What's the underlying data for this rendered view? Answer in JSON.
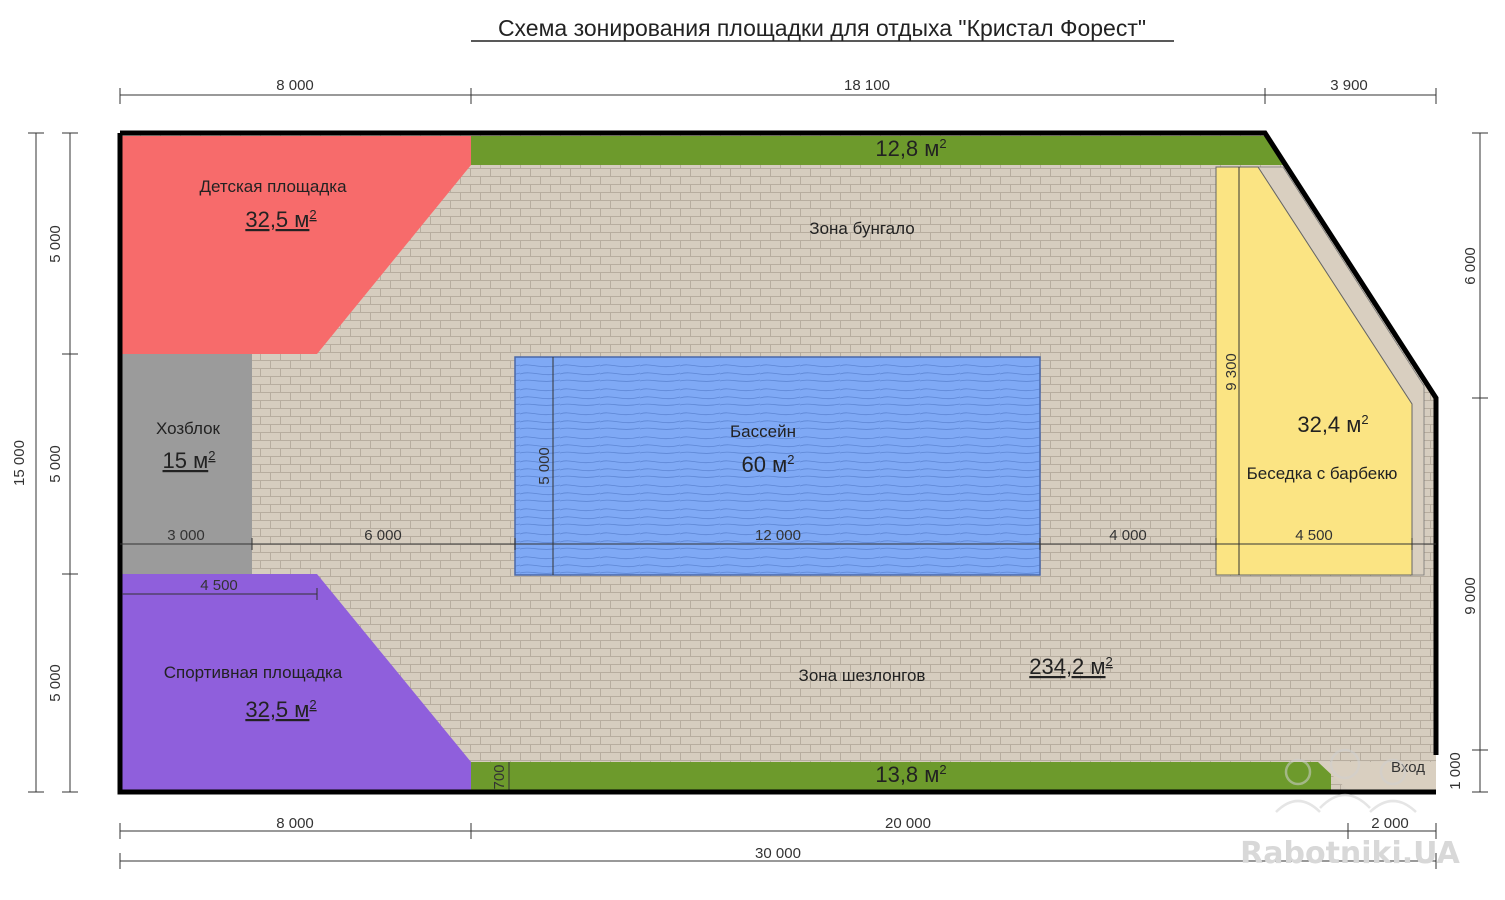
{
  "title": "Схема зонирования площадки для отдыха \"Кристал Форест\"",
  "colors": {
    "paving": "#d6cdbf",
    "kids_zone": "#f76b6b",
    "utility_block": "#9b9b9b",
    "sports_zone": "#8f5fdc",
    "pool": "#7fa9f5",
    "gazebo": "#fbe483",
    "lawn": "#6d9a2c",
    "outline": "#000000"
  },
  "zones": {
    "kids": {
      "name": "Детская площадка",
      "area": "32,5 м",
      "sup": "2"
    },
    "utility": {
      "name": "Хозблок",
      "area": "15 м",
      "sup": "2"
    },
    "sports": {
      "name": "Спортивная площадка",
      "area": "32,5 м",
      "sup": "2"
    },
    "pool": {
      "name": "Бассейн",
      "area": "60 м",
      "sup": "2"
    },
    "gazebo": {
      "name": "Беседка с барбекю",
      "area": "32,4 м",
      "sup": "2"
    },
    "bungalow": {
      "name": "Зона бунгало"
    },
    "loungers": {
      "name": "Зона шезлонгов",
      "area": "234,2 м",
      "sup": "2"
    },
    "lawn_top": {
      "area": "12,8 м",
      "sup": "2"
    },
    "lawn_bottom": {
      "area": "13,8 м",
      "sup": "2"
    },
    "entrance": {
      "name": "Вход"
    }
  },
  "dimensions": {
    "top": [
      "8 000",
      "18 100",
      "3 900"
    ],
    "bottom": [
      "8 000",
      "20 000",
      "2 000"
    ],
    "total_bottom": "30 000",
    "left_outer": "15 000",
    "left_inner": [
      "5 000",
      "5 000",
      "5 000"
    ],
    "right": [
      "6 000",
      "9 000",
      "1 000"
    ],
    "middle_row": [
      "3 000",
      "6 000",
      "12 000",
      "4 000",
      "4 500"
    ],
    "sports_width": "4 500",
    "pool_height": "5 000",
    "gazebo_height": "9 300",
    "lawn_width": "700"
  },
  "watermark": "Rabotniki.UA"
}
